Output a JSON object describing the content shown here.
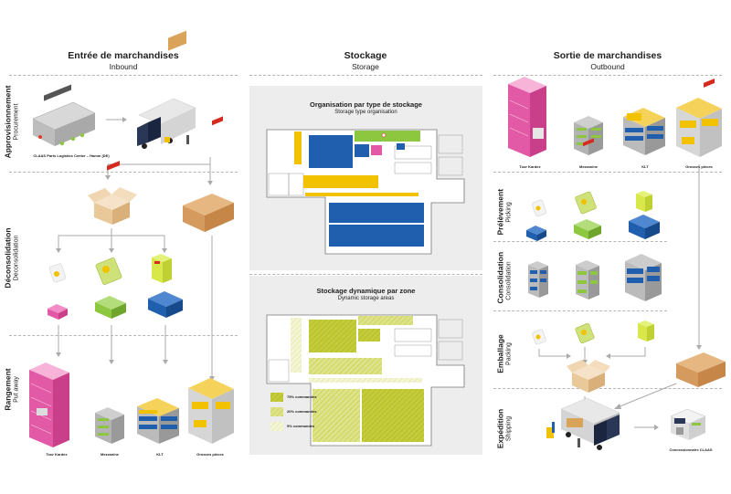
{
  "columns": {
    "inbound": {
      "title": "Entrée de marchandises",
      "subtitle": "Inbound"
    },
    "storage": {
      "title": "Stockage",
      "subtitle": "Storage"
    },
    "outbound": {
      "title": "Sortie de marchandises",
      "subtitle": "Outbound"
    }
  },
  "inbound_stages": {
    "procurement": {
      "fr": "Approvisionnement",
      "en": "Procurement"
    },
    "deconsolidation": {
      "fr": "Déconsolidation",
      "en": "Deconsolidation"
    },
    "put_away": {
      "fr": "Rangement",
      "en": "Put away"
    }
  },
  "outbound_stages": {
    "picking": {
      "fr": "Prélèvement",
      "en": "Picking"
    },
    "consolidation": {
      "fr": "Consolidation",
      "en": "Consolidation"
    },
    "packing": {
      "fr": "Emballage",
      "en": "Packing"
    },
    "shipping": {
      "fr": "Expédition",
      "en": "Shipping"
    }
  },
  "inbound_labels": {
    "logistics_center": "CLAAS Parts Logistics Center – Hamm (DE)",
    "tour_kardex": "Tour Kardex",
    "mezzanine": "Mezzanine",
    "kit": "KLT",
    "grands_pieces": "Grosses pièces"
  },
  "outbound_labels": {
    "tour_kardex": "Tour Kardex",
    "mezzanine": "Mezzanine",
    "kit": "KLT",
    "grands_pieces": "Grosses pièces",
    "dealer": "Concessionnaire CLAAS"
  },
  "storage_panels": {
    "type": {
      "title": "Organisation par type de stockage",
      "subtitle": "Storage type organisation"
    },
    "dynamic": {
      "title": "Stockage dynamique par zone",
      "subtitle": "Dynamic storage areas"
    }
  },
  "dynamic_legend": [
    {
      "label": "75% commandes"
    },
    {
      "label": "20% commandes"
    },
    {
      "label": "5% commandes"
    }
  ],
  "colors": {
    "blue": "#1f5fae",
    "yellow": "#f2c200",
    "green": "#8dc63f",
    "pink": "#e25aa6",
    "olive": "#c4cc3a",
    "panel_bg": "#ededed"
  }
}
